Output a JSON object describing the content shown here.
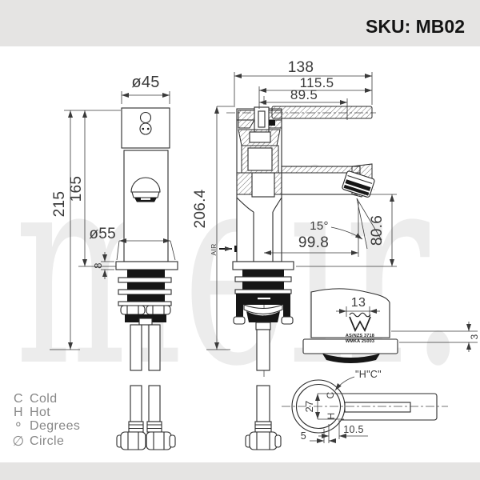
{
  "header": {
    "sku": "SKU: MB02"
  },
  "watermark": {
    "brand": "meir."
  },
  "colors": {
    "panel_grey": "#e5e4e3",
    "line": "#2b2b2b",
    "dim_text": "#3a3a3a",
    "watermark": "#ececec",
    "legend_text": "#878787",
    "black_fill": "#161616"
  },
  "front_view": {
    "dim_diameter_top": "ø45",
    "dim_height_total": "215",
    "dim_height_body": "165",
    "dim_diameter_base": "ø55",
    "dim_base_thickness": "8"
  },
  "side_view": {
    "dim_depth_total": "138",
    "dim_depth_body": "115.5",
    "dim_depth_handle": "89.5",
    "dim_height_total": "206.4",
    "dim_spout_angle": "15°",
    "dim_spout_reach": "99.8",
    "dim_spout_height": "80.6",
    "air_label": "AIR"
  },
  "base_detail": {
    "dim_width": "13",
    "dim_lip": "3",
    "cert_standard": "AS/NZS 3718",
    "cert_license": "WMKA 25003"
  },
  "handle_top_view": {
    "callout": "\"H\"C\"",
    "cold_label": "C",
    "hot_label": "H",
    "dim_travel": "27",
    "dim_offset": "10.5",
    "dim_gap": "5"
  },
  "legend": {
    "items": [
      {
        "symbol": "C",
        "label": "Cold"
      },
      {
        "symbol": "H",
        "label": "Hot"
      },
      {
        "symbol": "°",
        "label": "Degrees"
      },
      {
        "symbol": "∅",
        "label": "Circle"
      }
    ]
  }
}
